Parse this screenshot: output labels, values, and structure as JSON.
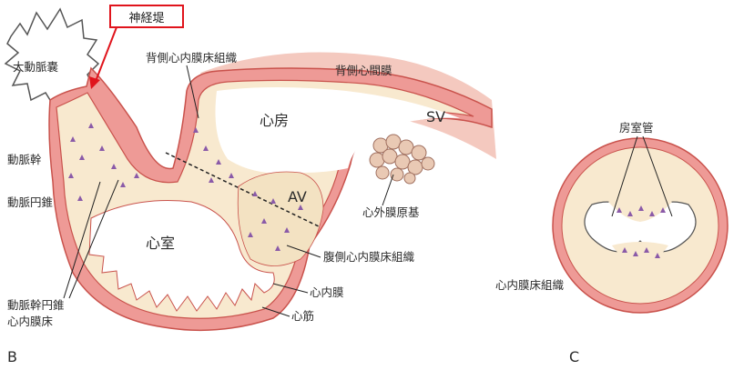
{
  "labels": {
    "neural_crest": "神経堤",
    "aortic_sac": "大動脈嚢",
    "dorsal_endocardial_cushion": "背側心内膜床組織",
    "dorsal_mesocardium": "背側心間膜",
    "atrium": "心房",
    "sv": "SV",
    "truncus": "動脈幹",
    "conus": "動脈円錐",
    "av": "AV",
    "proepicardium": "心外膜原基",
    "ventricle": "心室",
    "ventral_endocardial_cushion": "腹側心内膜床組織",
    "truncoconal_cushion_line1": "動脈幹円錐",
    "truncoconal_cushion_line2": "心内膜床",
    "endocardium": "心内膜",
    "myocardium": "心筋",
    "panel_b": "B",
    "av_canal": "房室管",
    "endocardial_cushion_c": "心内膜床組織",
    "panel_c": "C"
  },
  "colors": {
    "highlight_border": "#e0141c",
    "myocardium": "#ee9a96",
    "myocardium_dark": "#c9524c",
    "cushion": "#f8e9cf",
    "cushion_cells": "#8a5aa8",
    "mesocardium": "#f4c9bf",
    "proepicardium": "#e9c9b4"
  }
}
